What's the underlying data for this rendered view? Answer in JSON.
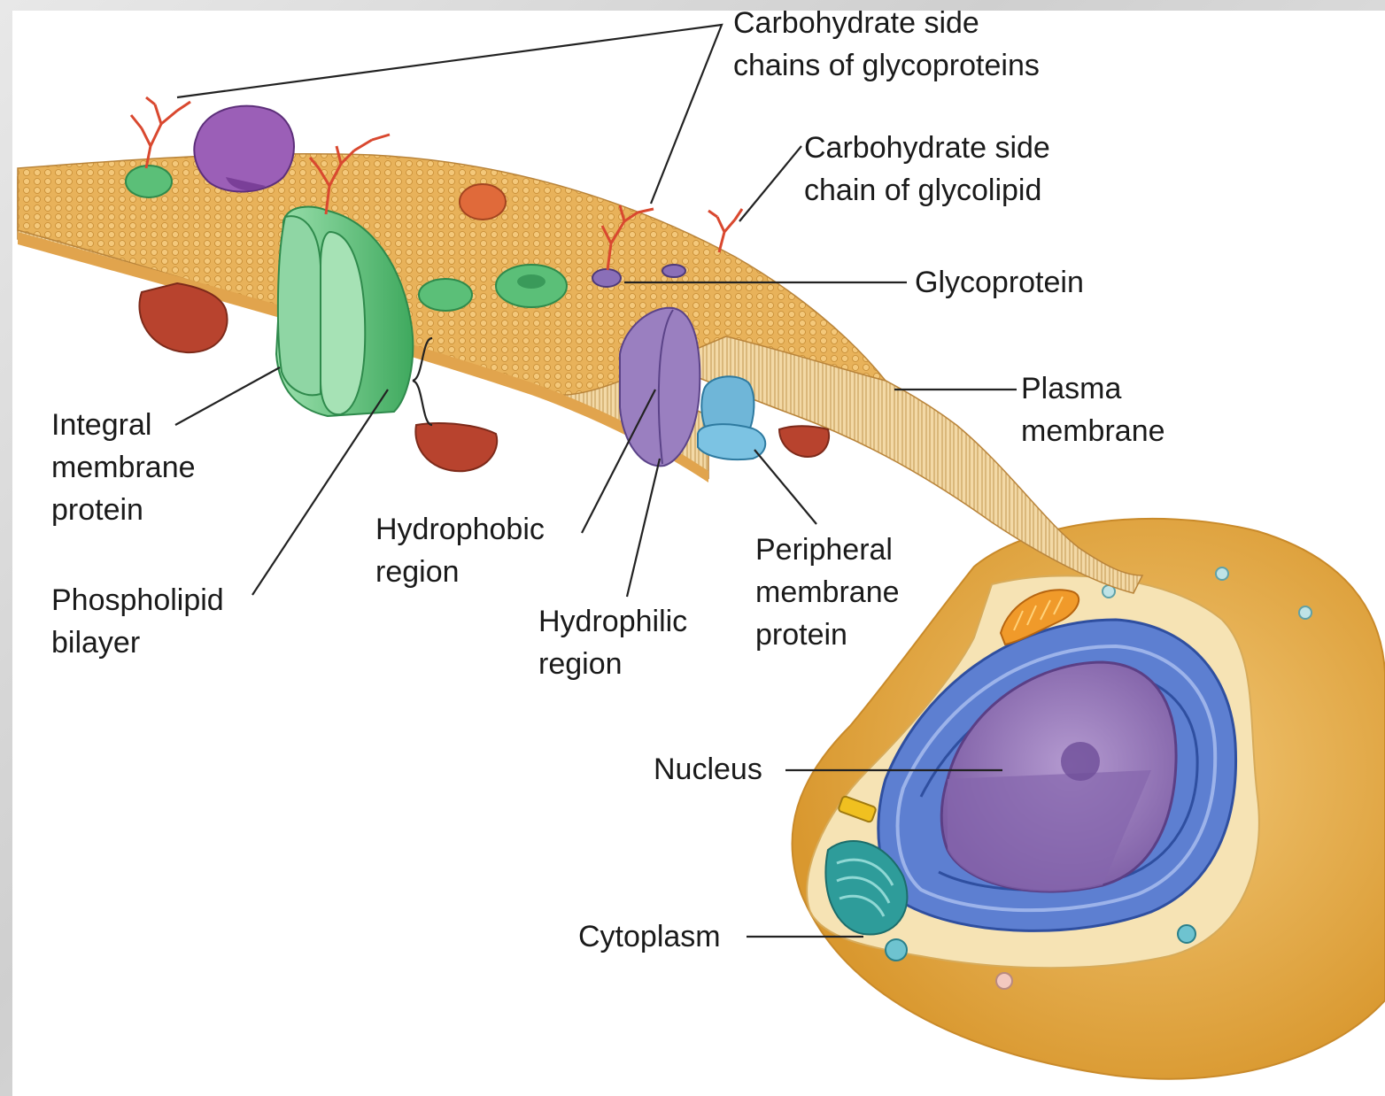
{
  "labels": {
    "carb_glycoproteins": "Carbohydrate side\nchains of glycoproteins",
    "carb_glycolipid": "Carbohydrate side\nchain of glycolipid",
    "glycoprotein": "Glycoprotein",
    "plasma_membrane": "Plasma\nmembrane",
    "integral_protein": "Integral\nmembrane\nprotein",
    "phospholipid_bilayer": "Phospholipid\nbilayer",
    "hydrophobic_region": "Hydrophobic\nregion",
    "hydrophilic_region": "Hydrophilic\nregion",
    "peripheral_protein": "Peripheral\nmembrane\nprotein",
    "nucleus": "Nucleus",
    "cytoplasm": "Cytoplasm"
  },
  "colors": {
    "membrane": "#e8b25a",
    "membrane_edge": "#c98f3a",
    "integral_protein": "#6fc98a",
    "glycoprotein": "#9a7fc0",
    "carbohydrate": "#d9482f",
    "peripheral_protein": "#6fb6d8",
    "red_protein": "#b8432e",
    "cell_body": "#e9b35a",
    "nucleus": "#9b7bb8",
    "er": "#4a6fc9"
  }
}
